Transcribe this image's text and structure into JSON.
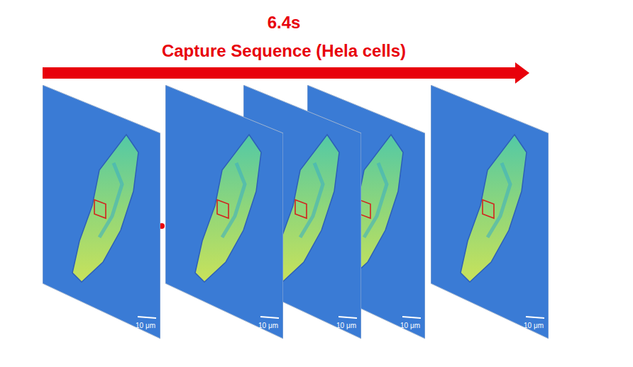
{
  "diagram": {
    "nodes": [
      {
        "text": [
          "10 μm"
        ]
      },
      {
        "text": [
          "10 μm"
        ]
      },
      {
        "text": [
          "10 μm"
        ]
      },
      {
        "text": [
          "10 μm"
        ]
      },
      {
        "text": [
          "10 μm"
        ]
      }
    ],
    "labels": [
      "6.4s",
      "Capture Sequence (Hela cells)"
    ]
  }
}
